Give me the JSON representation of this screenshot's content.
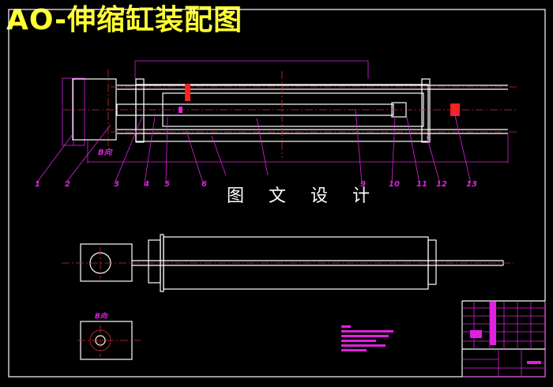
{
  "title": "AO-伸缩缸装配图",
  "watermark": "图 文 设 计",
  "view_label": "B向",
  "part_labels": [
    "1",
    "2",
    "3",
    "4",
    "5",
    "6",
    "9",
    "10",
    "11",
    "12",
    "13"
  ],
  "colors": {
    "background": "#000000",
    "title": "#ffff33",
    "outline": "#ffffff",
    "centerline": "#c83232",
    "annotation": "#e020e0",
    "part": "#ff2020"
  }
}
